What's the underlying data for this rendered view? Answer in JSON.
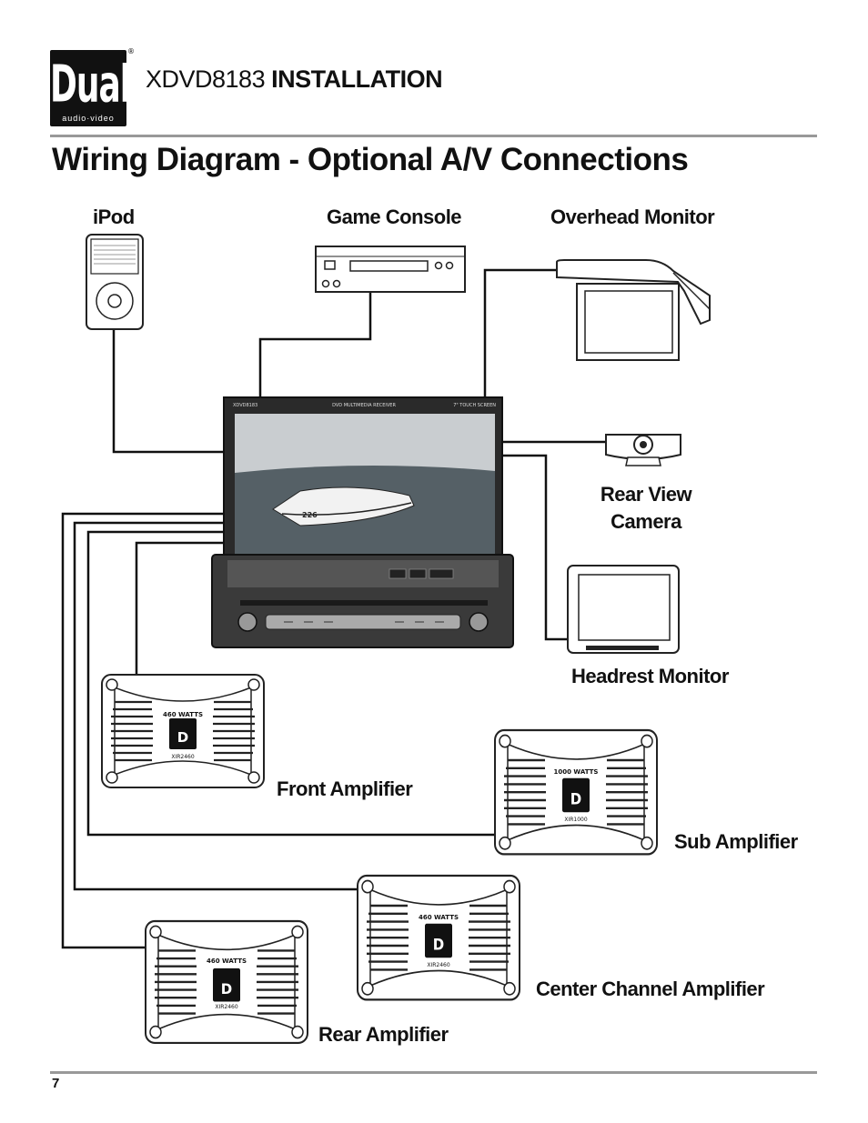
{
  "brand": {
    "logo_text": "Dual",
    "logo_sub": "audio·video",
    "reg_mark": "®"
  },
  "header": {
    "model": "XDVD8183",
    "section": "INSTALLATION"
  },
  "page_title": "Wiring Diagram - Optional A/V Connections",
  "labels": {
    "ipod": "iPod",
    "game_console": "Game Console",
    "overhead_monitor": "Overhead Monitor",
    "rear_view_camera_line1": "Rear View",
    "rear_view_camera_line2": "Camera",
    "headrest_monitor": "Headrest Monitor",
    "front_amplifier": "Front Amplifier",
    "sub_amplifier": "Sub Amplifier",
    "center_channel_amplifier": "Center Channel Amplifier",
    "rear_amplifier": "Rear Amplifier"
  },
  "amplifiers": {
    "front": {
      "watts": "460 WATTS",
      "model": "XIR2460"
    },
    "sub": {
      "watts": "1000 WATTS",
      "model": "XIR1000"
    },
    "center": {
      "watts": "460 WATTS",
      "model": "XIR2460"
    },
    "rear": {
      "watts": "460 WATTS",
      "model": "XIR2460"
    }
  },
  "head_unit": {
    "model_tag": "XDVD8183",
    "panel_label": "DVD MULTIMEDIA RECEIVER",
    "screen_tag": "7\" TOUCH SCREEN",
    "boat_number": "226"
  },
  "page_number": "7"
}
